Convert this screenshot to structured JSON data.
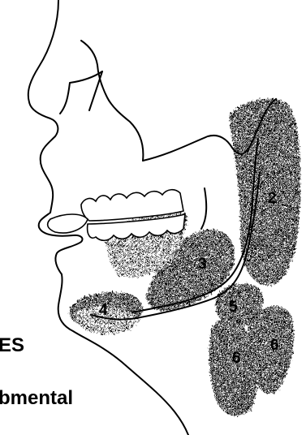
{
  "figure": {
    "region_labels": [
      {
        "id": "2",
        "text": "2"
      },
      {
        "id": "3",
        "text": "3"
      },
      {
        "id": "4",
        "text": "4"
      },
      {
        "id": "5",
        "text": "5"
      },
      {
        "id": "6a",
        "text": "6"
      },
      {
        "id": "6b",
        "text": "6"
      }
    ],
    "caption_partial_1": "ES",
    "caption_partial_2": "bmental",
    "colors": {
      "ink": "#000000",
      "background": "#ffffff",
      "shade": "#1a1a1a"
    }
  }
}
